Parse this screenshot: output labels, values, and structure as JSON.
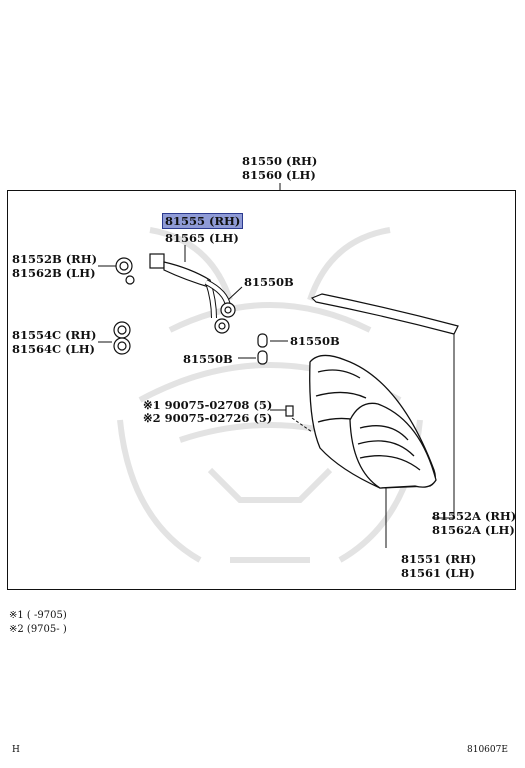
{
  "labels": {
    "assy_rh": "81550 (RH)",
    "assy_lh": "81560 (LH)",
    "wire_rh": "81555 (RH)",
    "wire_lh": "81565 (LH)",
    "socket_b_rh": "81552B (RH)",
    "socket_b_lh": "81562B (LH)",
    "gasket_c_rh": "81554C (RH)",
    "gasket_c_lh": "81564C (LH)",
    "bulb_1": "81550B",
    "bulb_2": "81550B",
    "bulb_3": "81550B",
    "screw_1": "※1 90075-02708 (5)",
    "screw_2": "※2 90075-02726 (5)",
    "gasket_a_rh": "81552A (RH)",
    "gasket_a_lh": "81562A (LH)",
    "lens_rh": "81551 (RH)",
    "lens_lh": "81561 (LH)"
  },
  "notes": {
    "note_1": "※1 (      -9705)",
    "note_2": "※2 (9705-      )"
  },
  "footer": {
    "left": "H",
    "right": "810607E"
  },
  "colors": {
    "highlight": "#8f9bd6",
    "line": "#111111",
    "watermark": "#e6e6e6"
  }
}
